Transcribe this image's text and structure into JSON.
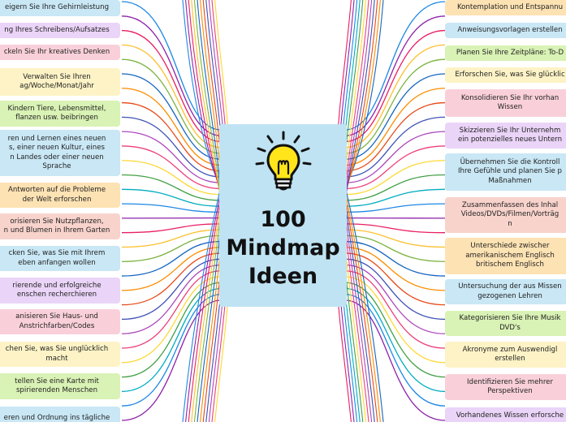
{
  "center": {
    "title_lines": [
      "100",
      "Mindmap",
      "Ideen"
    ],
    "icon": "lightbulb-icon"
  },
  "left_nodes": [
    {
      "text": "eigern Sie Ihre Gehirnleistung",
      "color": "#c9e7f5"
    },
    {
      "text": "ng Ihres Schreibens/Aufsatzes",
      "color": "#ead4f7"
    },
    {
      "text": "ckeln Sie Ihr kreatives Denken",
      "color": "#f9d0da"
    },
    {
      "text": "Verwalten Sie Ihren\nag/Woche/Monat/Jahr",
      "color": "#fdf3c6"
    },
    {
      "text": "Kindern Tiere, Lebensmittel,\nflanzen usw. beibringen",
      "color": "#d9f2b5"
    },
    {
      "text": "ren und Lernen eines neuen\ns, einer neuen Kultur, eines\nn Landes oder einer neuen\nSprache",
      "color": "#c9e7f5"
    },
    {
      "text": "Antworten auf die Probleme\nder Welt erforschen",
      "color": "#fde2b3"
    },
    {
      "text": "orisieren Sie Nutzpflanzen,\nn und Blumen in Ihrem Garten",
      "color": "#f8d3cc"
    },
    {
      "text": "cken Sie, was Sie mit Ihrem\neben anfangen wollen",
      "color": "#c9e7f5"
    },
    {
      "text": "rierende und erfolgreiche\nenschen recherchieren",
      "color": "#ead4f7"
    },
    {
      "text": "anisieren Sie Haus- und\nAnstrichfarben/Codes",
      "color": "#f9d0da"
    },
    {
      "text": "chen Sie, was Sie unglücklich\nmacht",
      "color": "#fdf3c6"
    },
    {
      "text": "tellen Sie eine Karte mit\nspirierenden Menschen",
      "color": "#d9f2b5"
    },
    {
      "text": "eren und Ordnung ins tägliche",
      "color": "#c9e7f5"
    }
  ],
  "right_nodes": [
    {
      "text": "Kontemplation und Entspannu",
      "color": "#fde2b3"
    },
    {
      "text": "Anweisungsvorlagen erstellen",
      "color": "#c9e7f5"
    },
    {
      "text": "Planen Sie Ihre Zeitpläne: To-D",
      "color": "#d9f2b5"
    },
    {
      "text": "Erforschen Sie, was Sie glücklic",
      "color": "#fdf3c6"
    },
    {
      "text": "Konsolidieren Sie Ihr vorhan\nWissen",
      "color": "#f9d0da"
    },
    {
      "text": "Skizzieren Sie Ihr Unternehm\nein potenzielles neues Untern",
      "color": "#ead4f7"
    },
    {
      "text": "Übernehmen Sie die Kontroll\nIhre Gefühle und planen Sie p\nMaßnahmen",
      "color": "#c9e7f5"
    },
    {
      "text": "Zusammenfassen des Inhal\nVideos/DVDs/Filmen/Vorträg\nn",
      "color": "#f8d3cc"
    },
    {
      "text": "Unterschiede zwischer\namerikanischem Englisch\nbritischem Englisch",
      "color": "#fde2b3"
    },
    {
      "text": "Untersuchung der aus Missen\ngezogenen Lehren",
      "color": "#c9e7f5"
    },
    {
      "text": "Kategorisieren Sie Ihre Musik\nDVD's",
      "color": "#d9f2b5"
    },
    {
      "text": "Akronyme zum Auswendigl\nerstellen",
      "color": "#fdf3c6"
    },
    {
      "text": "Identifizieren Sie mehrer\nPerspektiven",
      "color": "#f9d0da"
    },
    {
      "text": "Vorhandenes Wissen erforsche",
      "color": "#ead4f7"
    }
  ],
  "connector_colors": [
    "#1e88e5",
    "#8e24aa",
    "#e91e63",
    "#fbc02d",
    "#7cb342",
    "#1565c0",
    "#fb8c00",
    "#e64a19",
    "#3f51b5",
    "#ab47bc",
    "#ec407a",
    "#fdd835",
    "#43a047",
    "#00acc1"
  ]
}
